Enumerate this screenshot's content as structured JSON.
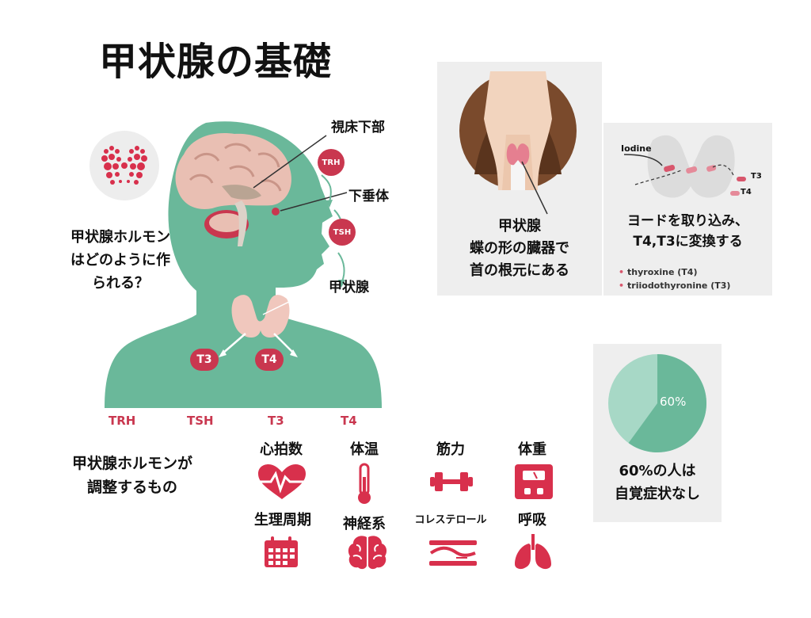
{
  "title": "甲状腺の基礎",
  "question_lines": [
    "甲状腺ホルモン",
    "はどのように作",
    "られる？"
  ],
  "anatomy_labels": {
    "hypothalamus": "視床下部",
    "pituitary": "下垂体",
    "thyroid": "甲状腺"
  },
  "badges": {
    "trh": "TRH",
    "tsh": "TSH",
    "t3": "T3",
    "t4": "T4"
  },
  "hormone_row": [
    "TRH",
    "TSH",
    "T3",
    "T4"
  ],
  "thyroid_panel": {
    "title": "甲状腺",
    "lines": [
      "蝶の形の臓器で",
      "首の根元にある"
    ]
  },
  "iodine_panel": {
    "iodine_label": "Iodine",
    "t3_label": "T3",
    "t4_label": "T4",
    "lines": [
      "ヨードを取り込み、",
      "T4,T3に変換する"
    ],
    "legend": [
      "thyroxine (T4)",
      "triiodothyronine (T3)"
    ]
  },
  "regulates_lines": [
    "甲状腺ホルモンが",
    "調整するもの"
  ],
  "categories": [
    {
      "label": "心拍数",
      "icon": "heart-rate-icon"
    },
    {
      "label": "体温",
      "icon": "thermometer-icon"
    },
    {
      "label": "筋力",
      "icon": "dumbbell-icon"
    },
    {
      "label": "体重",
      "icon": "scale-icon"
    },
    {
      "label": "生理周期",
      "icon": "calendar-icon"
    },
    {
      "label": "神経系",
      "icon": "brain-icon"
    },
    {
      "label": "コレステロール",
      "icon": "artery-icon"
    },
    {
      "label": "呼吸",
      "icon": "lungs-icon"
    }
  ],
  "stat_panel": {
    "value": 60,
    "percent_label": "60%",
    "lines": [
      "60%の人は",
      "自覚症状なし"
    ]
  },
  "colors": {
    "teal": "#6ab89a",
    "teal_light": "#a7d8c6",
    "red": "#c9374f",
    "pink": "#f0c7bd",
    "brain": "#e9bfb3",
    "panel": "#eeeeee"
  }
}
